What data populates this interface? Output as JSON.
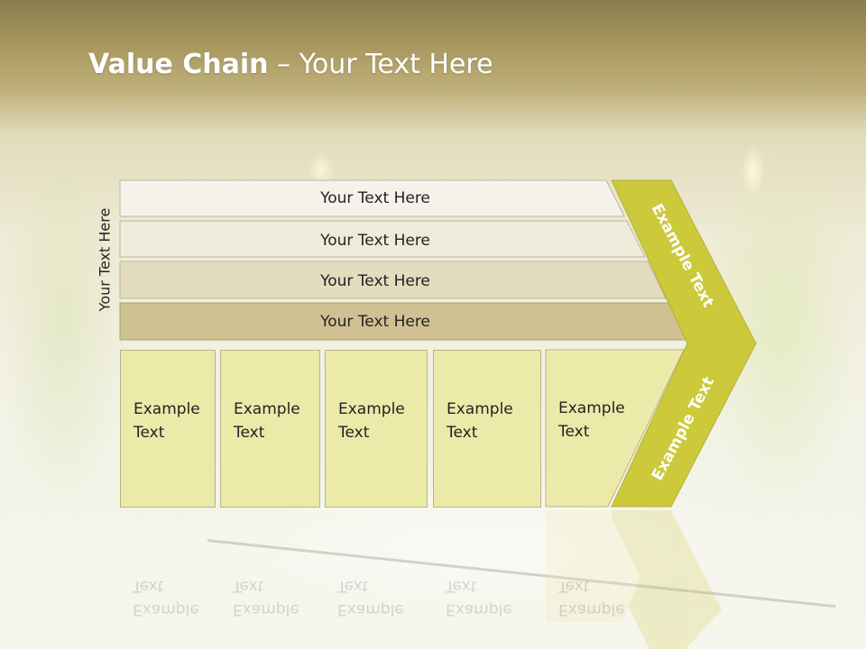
{
  "title": {
    "bold": "Value Chain",
    "rest": " – Your Text Here"
  },
  "side_label": "Your Text Here",
  "bars": [
    {
      "label": "Your Text Here",
      "fill": "#f4f2ea"
    },
    {
      "label": "Your Text Here",
      "fill": "#efebda"
    },
    {
      "label": "Your Text Here",
      "fill": "#e3dcbf"
    },
    {
      "label": "Your Text Here",
      "fill": "#d0c193"
    }
  ],
  "chevron": {
    "top_label": "Example Text",
    "bottom_label": "Example Text",
    "fill": "#ccc93a"
  },
  "boxes": [
    {
      "line1": "Example",
      "line2": "Text"
    },
    {
      "line1": "Example",
      "line2": "Text"
    },
    {
      "line1": "Example",
      "line2": "Text"
    },
    {
      "line1": "Example",
      "line2": "Text"
    },
    {
      "line1": "Example",
      "line2": "Text"
    }
  ],
  "colors": {
    "box_fill": "#eceaa9",
    "box_border": "#b7b58a"
  }
}
